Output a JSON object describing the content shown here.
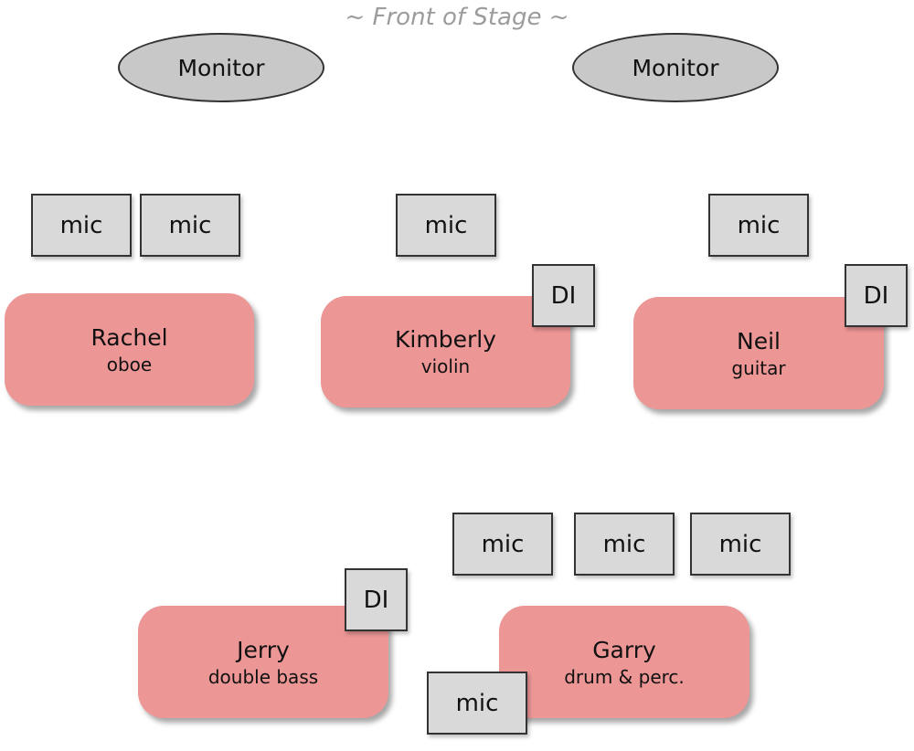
{
  "stage_label": "~ Front of Stage ~",
  "monitors": [
    {
      "label": "Monitor"
    },
    {
      "label": "Monitor"
    }
  ],
  "players": [
    {
      "name": "Rachel",
      "instrument": "oboe"
    },
    {
      "name": "Kimberly",
      "instrument": "violin"
    },
    {
      "name": "Neil",
      "instrument": "guitar"
    },
    {
      "name": "Jerry",
      "instrument": "double bass"
    },
    {
      "name": "Garry",
      "instrument": "drum & perc."
    }
  ],
  "mics": [
    {
      "label": "mic"
    },
    {
      "label": "mic"
    },
    {
      "label": "mic"
    },
    {
      "label": "mic"
    },
    {
      "label": "mic"
    },
    {
      "label": "mic"
    },
    {
      "label": "mic"
    },
    {
      "label": "mic"
    }
  ],
  "dis": [
    {
      "label": "DI"
    },
    {
      "label": "DI"
    },
    {
      "label": "DI"
    }
  ]
}
